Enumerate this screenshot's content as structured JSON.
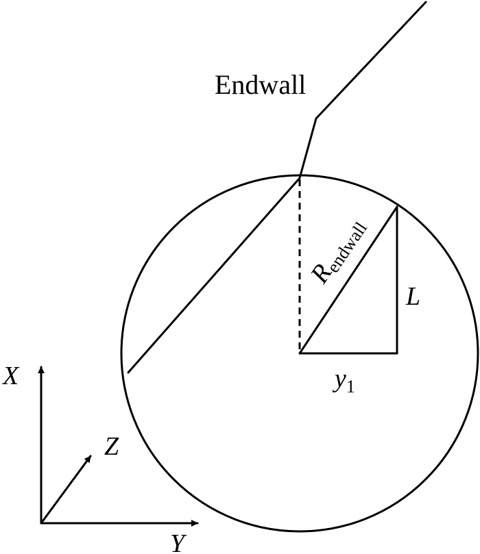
{
  "labels": {
    "endwall": "Endwall",
    "radius_main": "R",
    "radius_sub": "endwall",
    "length": "L",
    "offset_main": "y",
    "offset_sub": "1",
    "axis_x": "X",
    "axis_y": "Y",
    "axis_z": "Z"
  },
  "colors": {
    "stroke": "#000000",
    "background": "#ffffff"
  }
}
